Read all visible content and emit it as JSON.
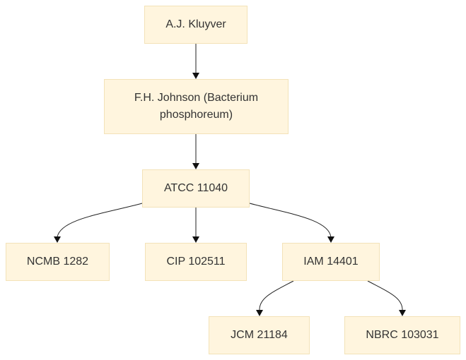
{
  "nodes": {
    "kluyver": "A.J. Kluyver",
    "johnson": "F.H. Johnson (Bacterium phosphoreum)",
    "atcc": "ATCC 11040",
    "ncmb": "NCMB 1282",
    "cip": "CIP 102511",
    "iam": "IAM 14401",
    "jcm": "JCM 21184",
    "nbrc": "NBRC 103031"
  },
  "edges": [
    {
      "from": "kluyver",
      "to": "johnson"
    },
    {
      "from": "johnson",
      "to": "atcc"
    },
    {
      "from": "atcc",
      "to": "ncmb"
    },
    {
      "from": "atcc",
      "to": "cip"
    },
    {
      "from": "atcc",
      "to": "iam"
    },
    {
      "from": "iam",
      "to": "jcm"
    },
    {
      "from": "iam",
      "to": "nbrc"
    }
  ],
  "colors": {
    "node_fill": "#fff5de",
    "node_border": "#f3e2b8",
    "text": "#333333",
    "edge": "#222222"
  }
}
